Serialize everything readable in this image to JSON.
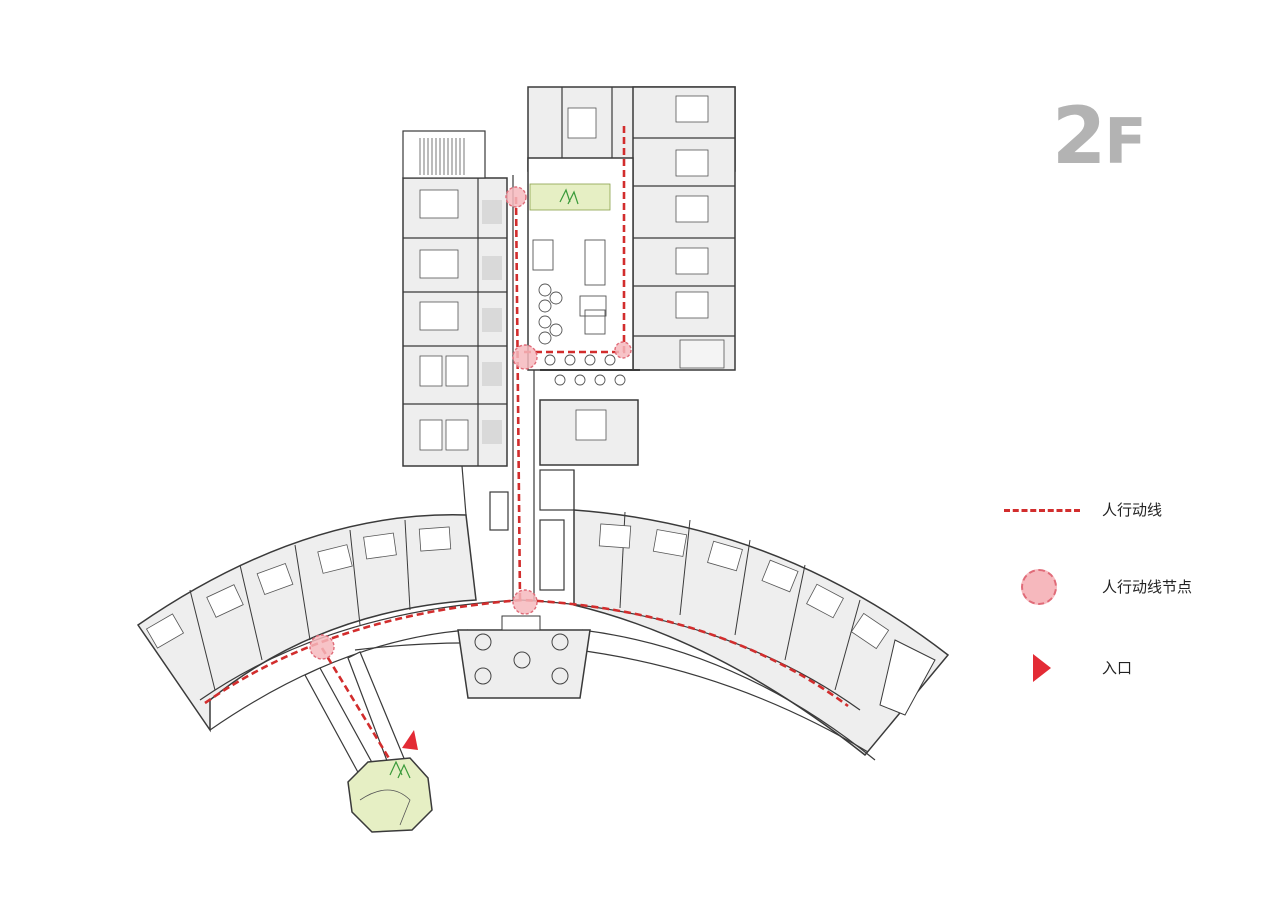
{
  "floor_label": {
    "number": "2",
    "letter": "F"
  },
  "legend": {
    "items": [
      {
        "label": "人行动线",
        "symbol": "dashed-line"
      },
      {
        "label": "人行动线节点",
        "symbol": "node-circle"
      },
      {
        "label": "入口",
        "symbol": "entrance-triangle"
      }
    ]
  },
  "colors": {
    "route": "#d22d2d",
    "node_fill": "#f6b8bd",
    "node_stroke": "#e06b78",
    "entrance": "#e32b35",
    "wall": "#3a3a3a",
    "room_fill": "#e8e8e8",
    "green_area": "#e6efc4",
    "label_gray": "#b3b3b3"
  }
}
